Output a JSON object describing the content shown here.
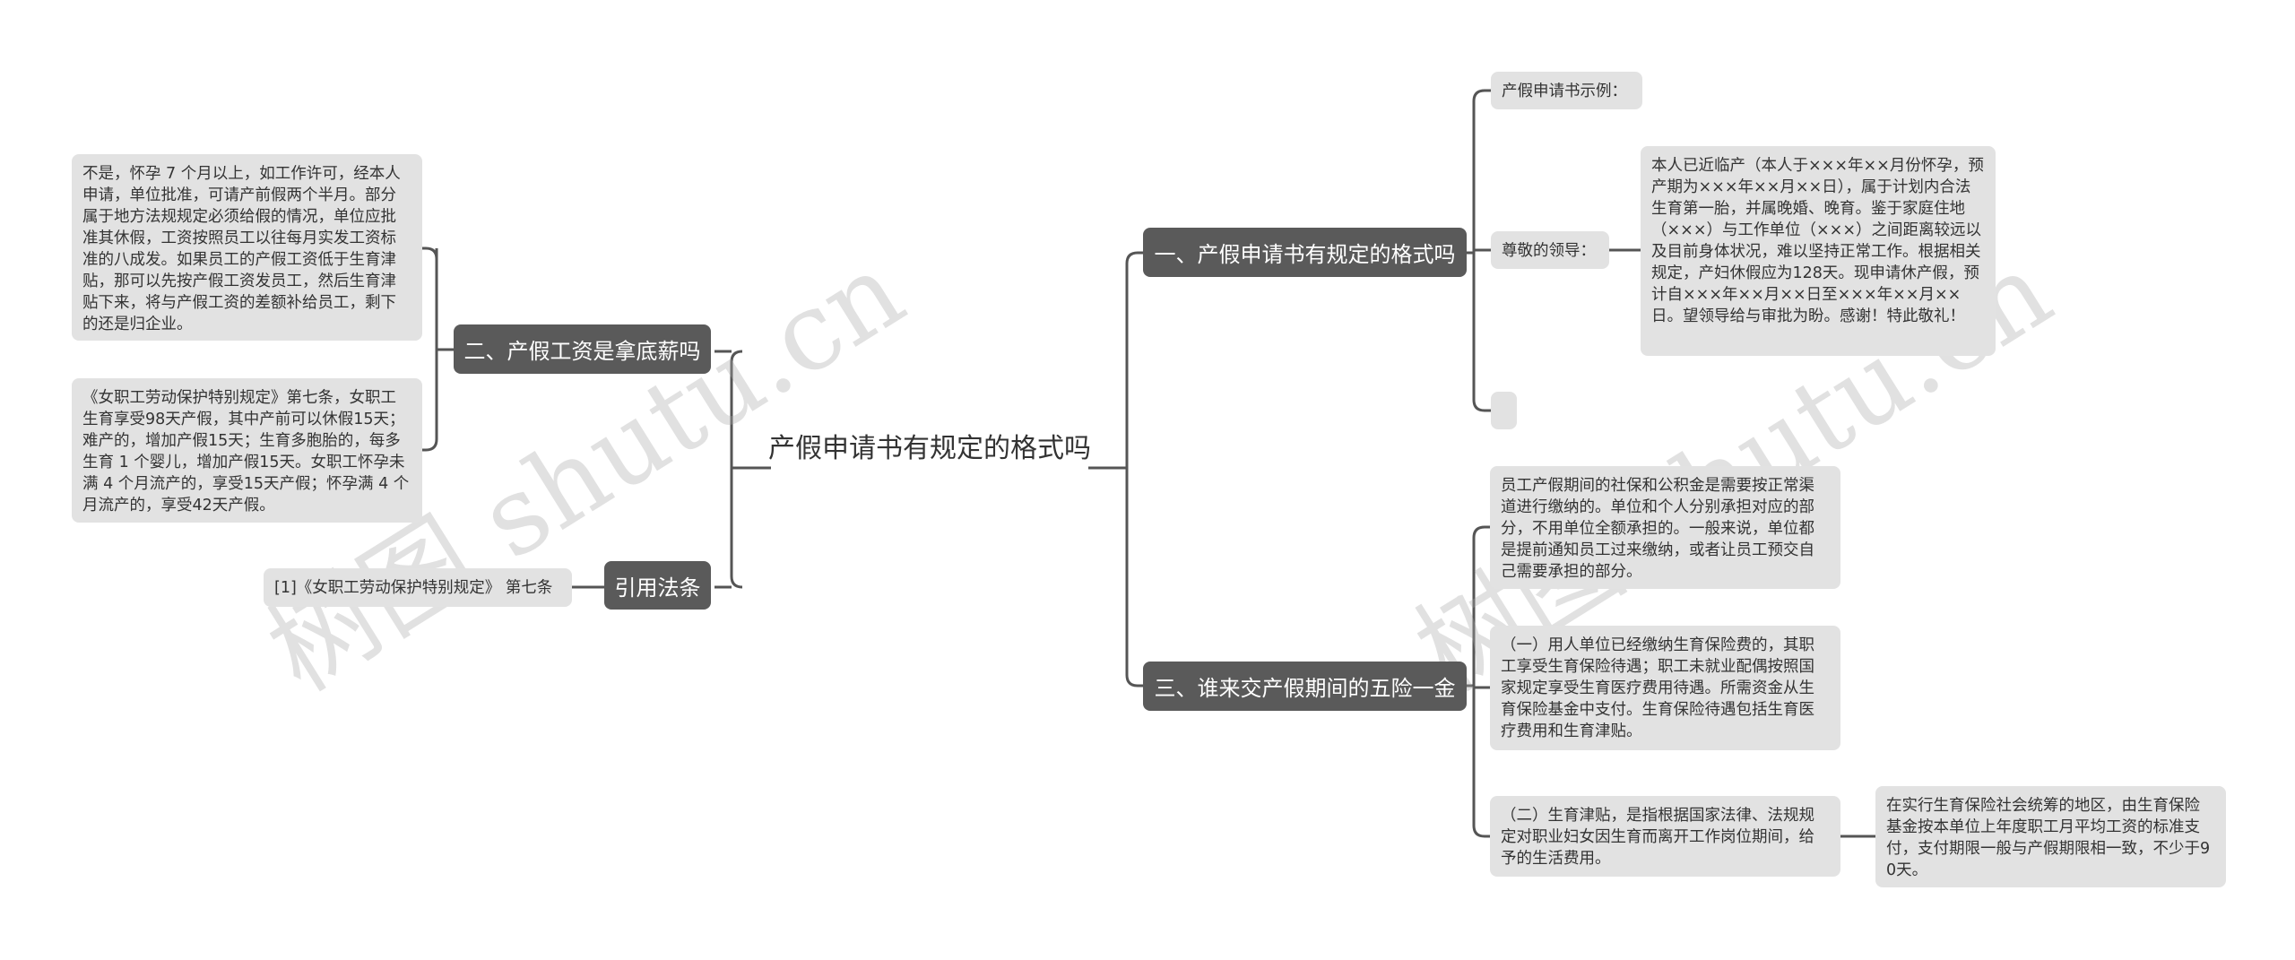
{
  "colors": {
    "branch_bg": "#5a5a5a",
    "leaf_bg": "#e2e2e2",
    "line": "#555555"
  },
  "watermark": "树图 shutu.cn",
  "root": {
    "title": "产假申请书有规定的格式吗"
  },
  "left": {
    "branch2": {
      "label": "二、产假工资是拿底薪吗",
      "leaves": [
        "不是，怀孕 7 个月以上，如工作许可，经本人申请，单位批准，可请产前假两个半月。部分属于地方法规规定必须给假的情况，单位应批准其休假，工资按照员工以往每月实发工资标准的八成发。如果员工的产假工资低于生育津贴，那可以先按产假工资发员工，然后生育津贴下来，将与产假工资的差额补给员工，剩下的还是归企业。",
        "《女职工劳动保护特别规定》第七条，女职工生育享受98天产假，其中产前可以休假15天；难产的，增加产假15天；生育多胞胎的，每多生育 1 个婴儿，增加产假15天。女职工怀孕未满 4 个月流产的，享受15天产假；怀孕满 4 个月流产的，享受42天产假。"
      ]
    },
    "reference": {
      "label": "引用法条",
      "leaf": "[1]《女职工劳动保护特别规定》 第七条"
    }
  },
  "right": {
    "branch1": {
      "label": "一、产假申请书有规定的格式吗",
      "leaves": [
        "产假申请书示例：",
        "尊敬的领导：",
        ""
      ],
      "letter": "本人已近临产（本人于×××年××月份怀孕，预产期为×××年××月××日），属于计划内合法生育第一胎，并属晚婚、晚育。鉴于家庭住地（×××）与工作单位（×××）之间距离较远以及目前身体状况，难以坚持正常工作。根据相关规定，产妇休假应为128天。现申请休产假，预计自×××年××月××日至×××年××月××日。望领导给与审批为盼。感谢！特此敬礼！"
    },
    "branch3": {
      "label": "三、谁来交产假期间的五险一金",
      "leaves": [
        "员工产假期间的社保和公积金是需要按正常渠道进行缴纳的。单位和个人分别承担对应的部分，不用单位全额承担的。一般来说，单位都是提前通知员工过来缴纳，或者让员工预交自己需要承担的部分。",
        "（一）用人单位已经缴纳生育保险费的，其职工享受生育保险待遇；职工未就业配偶按照国家规定享受生育医疗费用待遇。所需资金从生育保险基金中支付。生育保险待遇包括生育医疗费用和生育津贴。",
        "（二）生育津贴，是指根据国家法律、法规规定对职业妇女因生育而离开工作岗位期间，给予的生活费用。"
      ],
      "sub": "在实行生育保险社会统筹的地区，由生育保险基金按本单位上年度职工月平均工资的标准支付，支付期限一般与产假期限相一致，不少于90天。"
    }
  }
}
